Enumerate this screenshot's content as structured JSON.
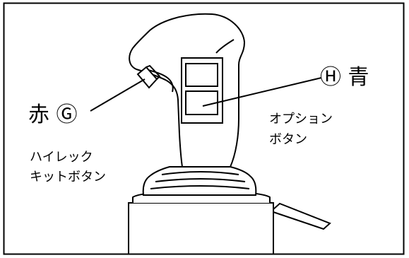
{
  "labels": {
    "red": "赤 Ⓖ",
    "blue": "Ⓗ 青",
    "hilec_button": [
      "ハイレック",
      "キットボタン"
    ],
    "option_button": [
      "オプション",
      "ボタン"
    ]
  },
  "colors": {
    "line": "#000000",
    "background": "#ffffff"
  }
}
